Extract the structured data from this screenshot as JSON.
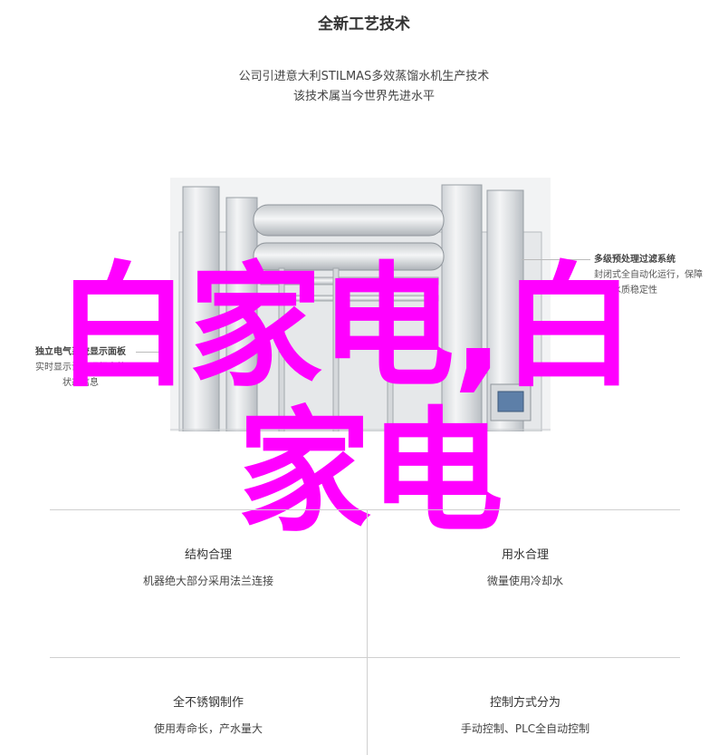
{
  "header": {
    "title": "全新工艺技术",
    "intro_lines": [
      "公司引进意大利STILMAS多效蒸馏水机生产技术",
      "该技术属当今世界先进水平"
    ]
  },
  "callouts": {
    "right": {
      "title": "多级预处理过滤系统",
      "lines": [
        "封闭式全自动化运行，保障",
        "出水水质稳定性"
      ]
    },
    "left": {
      "title": "独立电气系统显示面板",
      "lines": [
        "实时显示设备运行中的",
        "状态信息"
      ]
    }
  },
  "watermark": {
    "line1": "白家电,白",
    "line2": "家电",
    "color": "#ff00ff"
  },
  "features": [
    {
      "title": "结构合理",
      "desc": "机器绝大部分采用法兰连接"
    },
    {
      "title": "用水合理",
      "desc": "微量使用冷却水"
    },
    {
      "title": "全不锈钢制作",
      "desc": "使用寿命长，产水量大"
    },
    {
      "title": "控制方式分为",
      "desc": "手动控制、PLC全自动控制"
    }
  ]
}
